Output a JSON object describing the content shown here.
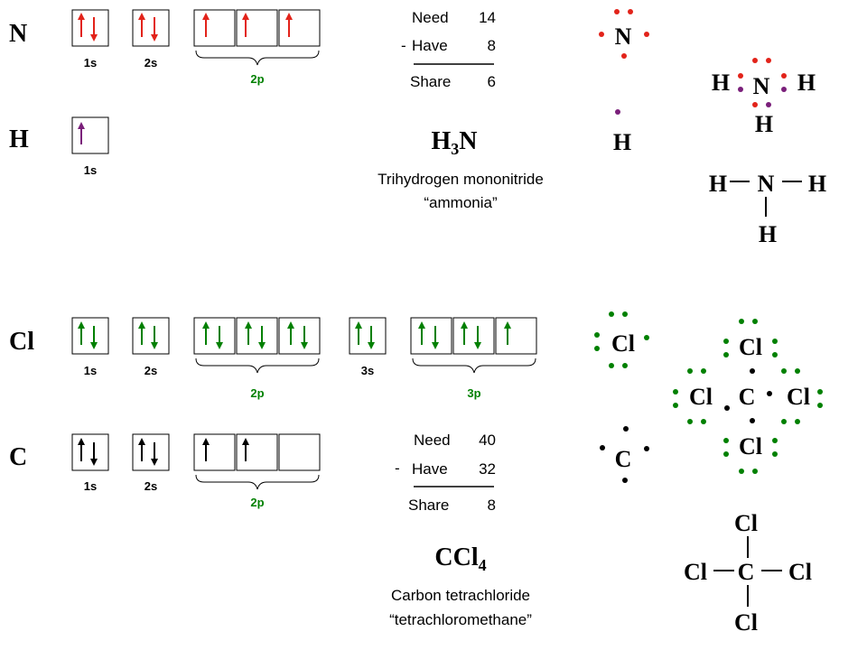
{
  "colors": {
    "red": "#e2231a",
    "purple": "#7a1f7a",
    "green": "#008000",
    "black": "#000000"
  },
  "atoms": {
    "n": "N",
    "h": "H",
    "cl": "Cl",
    "c": "C"
  },
  "orbital_labels": {
    "s1": "1s",
    "s2": "2s",
    "p2": "2p",
    "s3": "3s",
    "p3": "3p"
  },
  "ammonia": {
    "need_label": "Need",
    "need_value": "14",
    "minus": "-",
    "have_label": "Have",
    "have_value": "8",
    "share_label": "Share",
    "share_value": "6",
    "formula_main": "H",
    "formula_sub": "3",
    "formula_tail": "N",
    "name": "Trihydrogen mononitride",
    "common_name": "“ammonia”"
  },
  "ccl4": {
    "need_label": "Need",
    "need_value": "40",
    "minus": "-",
    "have_label": "Have",
    "have_value": "32",
    "share_label": "Share",
    "share_value": "8",
    "formula_main": "CCl",
    "formula_sub": "4",
    "name": "Carbon tetrachloride",
    "common_name": "“tetrachloromethane”"
  }
}
